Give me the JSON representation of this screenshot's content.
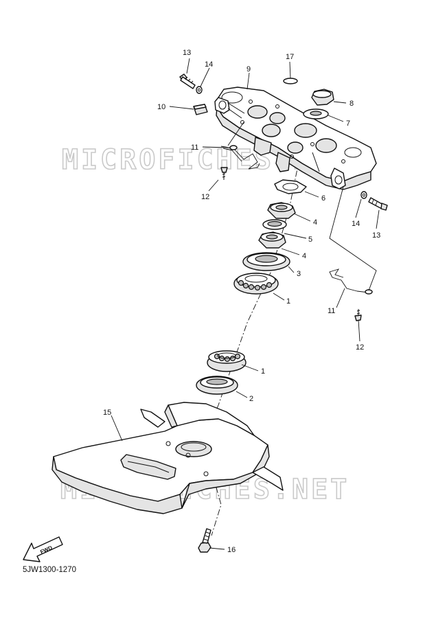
{
  "watermark": {
    "text": "MICROFICHES.NET"
  },
  "fwd": {
    "label": "FWD"
  },
  "diagram_code": "5JW1300-1270",
  "callouts": {
    "c13a": "13",
    "c14a": "14",
    "c9": "9",
    "c17": "17",
    "c10": "10",
    "c8": "8",
    "c7": "7",
    "c11a": "11",
    "c12a": "12",
    "c6": "6",
    "c14b": "14",
    "c13b": "13",
    "c4a": "4",
    "c5": "5",
    "c4b": "4",
    "c3": "3",
    "c1a": "1",
    "c11b": "11",
    "c12b": "12",
    "c1b": "1",
    "c2": "2",
    "c15": "15",
    "c16": "16"
  }
}
